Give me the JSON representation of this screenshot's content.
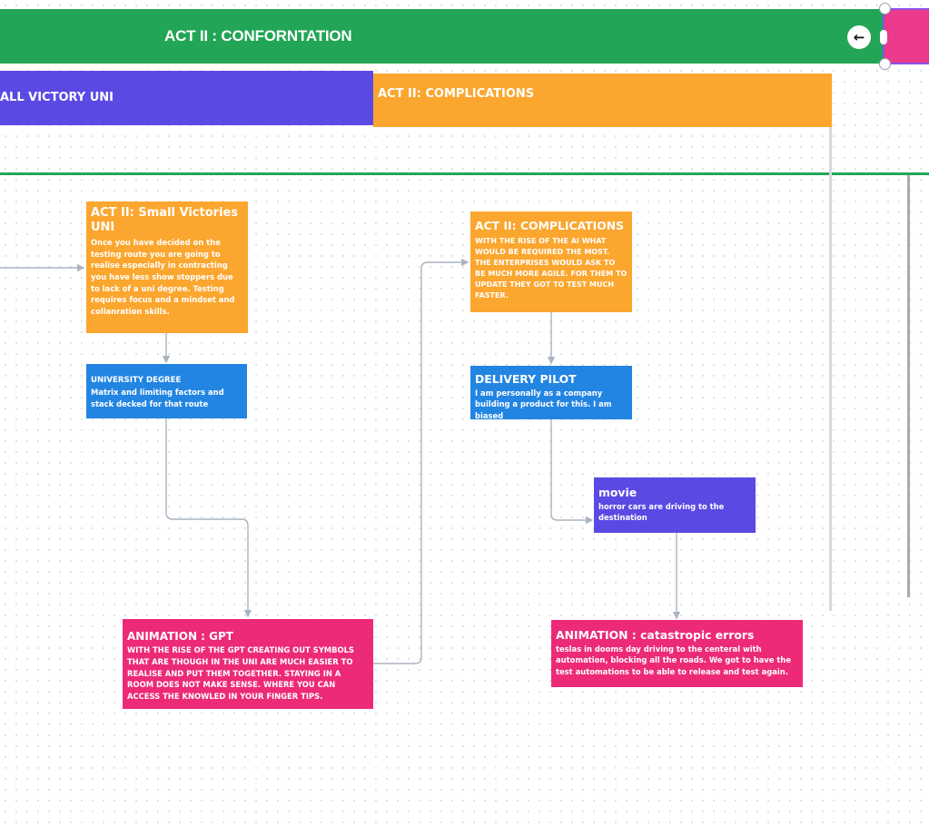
{
  "banner": {
    "title": "ACT II : CONFORNTATION",
    "back_icon": "←"
  },
  "lanes": {
    "left_title": "ALL VICTORY UNI",
    "right_title": "ACT II: COMPLICATIONS"
  },
  "cards": {
    "small_victories": {
      "title": "ACT II: Small Victories UNI",
      "body": "Once you have decided on the testing route you are going to realise especially in contracting you have less show stoppers due to lack of a uni degree. Testing requires focus and a mindset and collanration skills."
    },
    "university_degree": {
      "title": "UNIVERSITY DEGREE",
      "body": "Matrix and limiting factors and stack decked for that route"
    },
    "animation_gpt": {
      "title": "ANIMATION : GPT",
      "body": "WITH THE RISE OF THE GPT CREATING OUT SYMBOLS THAT ARE THOUGH IN THE UNI ARE MUCH EASIER TO REALISE AND PUT THEM TOGETHER. STAYING IN A ROOM DOES NOT MAKE SENSE. WHERE YOU CAN ACCESS THE KNOWLED IN YOUR FINGER TIPS."
    },
    "complications": {
      "title": "ACT II: COMPLICATIONS",
      "body": "WITH THE RISE OF THE AI WHAT WOULD BE REQUIRED THE MOST. THE ENTERPRISES WOULD ASK TO BE MUCH MORE AGILE. FOR THEM TO UPDATE THEY GOT TO TEST MUCH FASTER."
    },
    "delivery_pilot": {
      "title": "DELIVERY PILOT",
      "body": "I am personally as a company building a product for this. I am biased"
    },
    "movie": {
      "title": "movie",
      "body": "horror cars are driving to the destination"
    },
    "animation_errors": {
      "title": "ANIMATION : catastropic errors",
      "body": "teslas in dooms day driving to the centeral with automation, blocking all the roads. We got to have the test automations to be able to release and test again."
    }
  },
  "colors": {
    "green": "#22a556",
    "purple": "#5a4ae3",
    "orange": "#fba62e",
    "blue": "#2385e2",
    "pink": "#ec2a78",
    "connector": "#aab4c0"
  }
}
